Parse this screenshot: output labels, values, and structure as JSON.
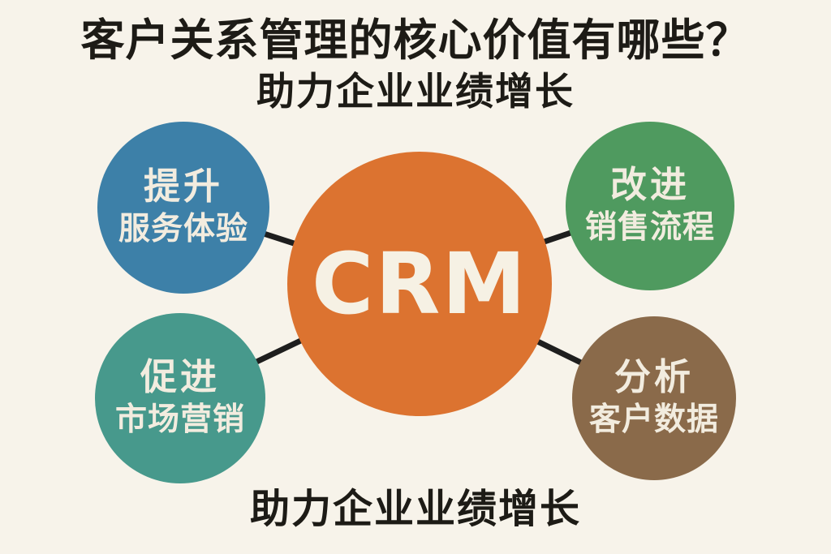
{
  "title": {
    "line1": "客户关系管理的核心价值有哪些？",
    "line2": "助力企业业绩增长"
  },
  "footer": {
    "text": "助力企业业绩增长"
  },
  "center_node": {
    "label": "CRM",
    "color": "#dc7330"
  },
  "nodes": {
    "top_left": {
      "line1": "提升",
      "line2": "服务体验",
      "color": "#3d80a8"
    },
    "top_right": {
      "line1": "改进",
      "line2": "销售流程",
      "color": "#4f9a5f"
    },
    "bottom_left": {
      "line1": "促进",
      "line2": "市场营销",
      "color": "#47998c"
    },
    "bottom_right": {
      "line1": "分析",
      "line2": "客户数据",
      "color": "#8a6a4a"
    }
  },
  "style": {
    "background_color": "#f7f3ea",
    "text_color": "#1d1b16",
    "circle_text_color": "#f2ecdf",
    "connector_color": "#1e1e1e"
  }
}
